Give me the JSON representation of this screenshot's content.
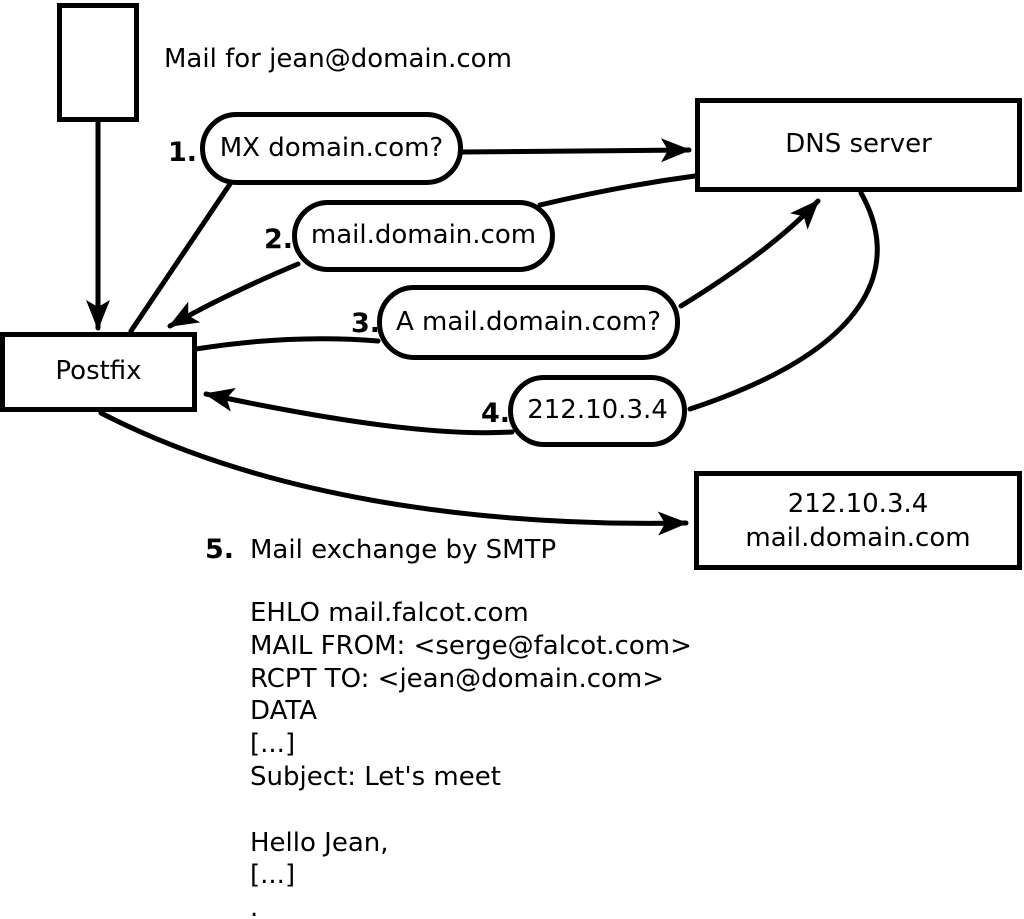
{
  "diagram": {
    "title": "Mail for jean@domain.com",
    "nodes": {
      "mail_envelope": {
        "description": "incoming mail item"
      },
      "postfix": {
        "label": "Postfix"
      },
      "dns_server": {
        "label": "DNS server"
      },
      "mail_exchanger": {
        "line1": "212.10.3.4",
        "line2": "mail.domain.com"
      }
    },
    "steps": [
      {
        "num": "1.",
        "label": "MX domain.com?"
      },
      {
        "num": "2.",
        "label": "mail.domain.com"
      },
      {
        "num": "3.",
        "label": "A mail.domain.com?"
      },
      {
        "num": "4.",
        "label": "212.10.3.4"
      },
      {
        "num": "5.",
        "label": "Mail exchange by SMTP"
      }
    ],
    "smtp_transcript": [
      "EHLO mail.falcot.com",
      "MAIL FROM: <serge@falcot.com>",
      "RCPT TO: <jean@domain.com>",
      "DATA",
      "[...]",
      "Subject: Let's meet",
      "",
      "Hello Jean,",
      "[...]",
      "."
    ],
    "colors": {
      "stroke": "#000000",
      "background": "#ffffff"
    }
  }
}
